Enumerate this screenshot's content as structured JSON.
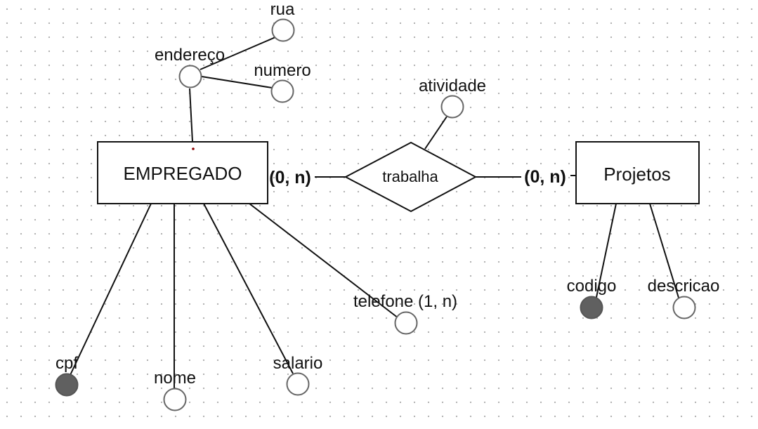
{
  "entities": [
    {
      "name": "EMPREGADO"
    },
    {
      "name": "Projetos"
    }
  ],
  "relationship": {
    "name": "trabalha"
  },
  "cardinalities": {
    "empregado_side": "(0, n)",
    "projetos_side": "(0, n)"
  },
  "attributes": {
    "rua": "rua",
    "endereco": "endereço",
    "numero": "numero",
    "atividade": "atividade",
    "cpf": "cpf",
    "nome": "nome",
    "salario": "salario",
    "telefone": "telefone (1, n)",
    "codigo": "codigo",
    "descricao": "descricao"
  },
  "colors": {
    "stroke": "#111111",
    "attribute_ring": "#666666",
    "key_fill": "#606060",
    "grid_dot": "#b3b3b3"
  }
}
